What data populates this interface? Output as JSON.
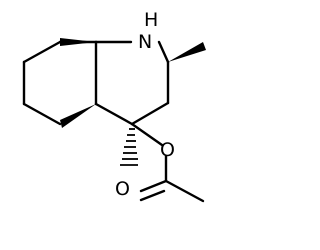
{
  "structure": {
    "atoms": {
      "nitrogen": "N",
      "hydrogen": "H",
      "ester_oxygen": "O",
      "carbonyl_oxygen": "O"
    },
    "colors": {
      "ink": "#000000",
      "background": "#ffffff"
    }
  }
}
